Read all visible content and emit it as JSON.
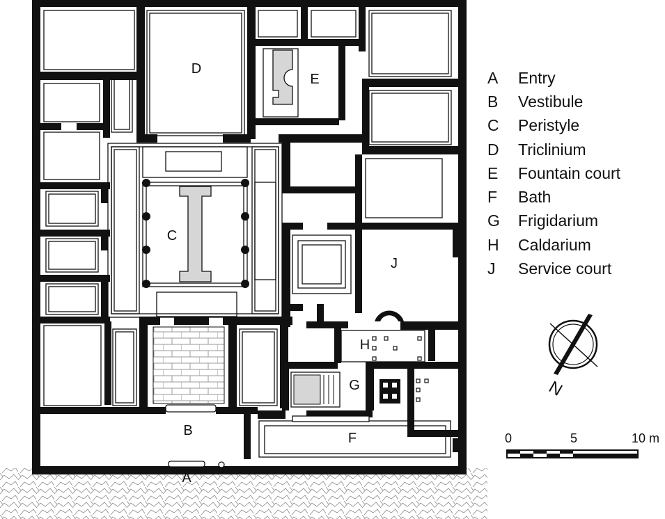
{
  "plan": {
    "room_labels": {
      "a": "A",
      "b": "B",
      "c": "C",
      "d": "D",
      "e": "E",
      "f": "F",
      "g": "G",
      "h": "H",
      "j": "J"
    },
    "north_label": "N",
    "colors": {
      "wall": "#111111",
      "paving": "#d6d6d6",
      "ground": "#8a8a8a"
    }
  },
  "legend": [
    {
      "key": "A",
      "label": "Entry"
    },
    {
      "key": "B",
      "label": "Vestibule"
    },
    {
      "key": "C",
      "label": "Peristyle"
    },
    {
      "key": "D",
      "label": "Triclinium"
    },
    {
      "key": "E",
      "label": "Fountain court"
    },
    {
      "key": "F",
      "label": "Bath"
    },
    {
      "key": "G",
      "label": "Frigidarium"
    },
    {
      "key": "H",
      "label": "Caldarium"
    },
    {
      "key": "J",
      "label": "Service court"
    }
  ],
  "scale_bar": {
    "tick_0": "0",
    "tick_5": "5",
    "tick_10": "10 m"
  }
}
